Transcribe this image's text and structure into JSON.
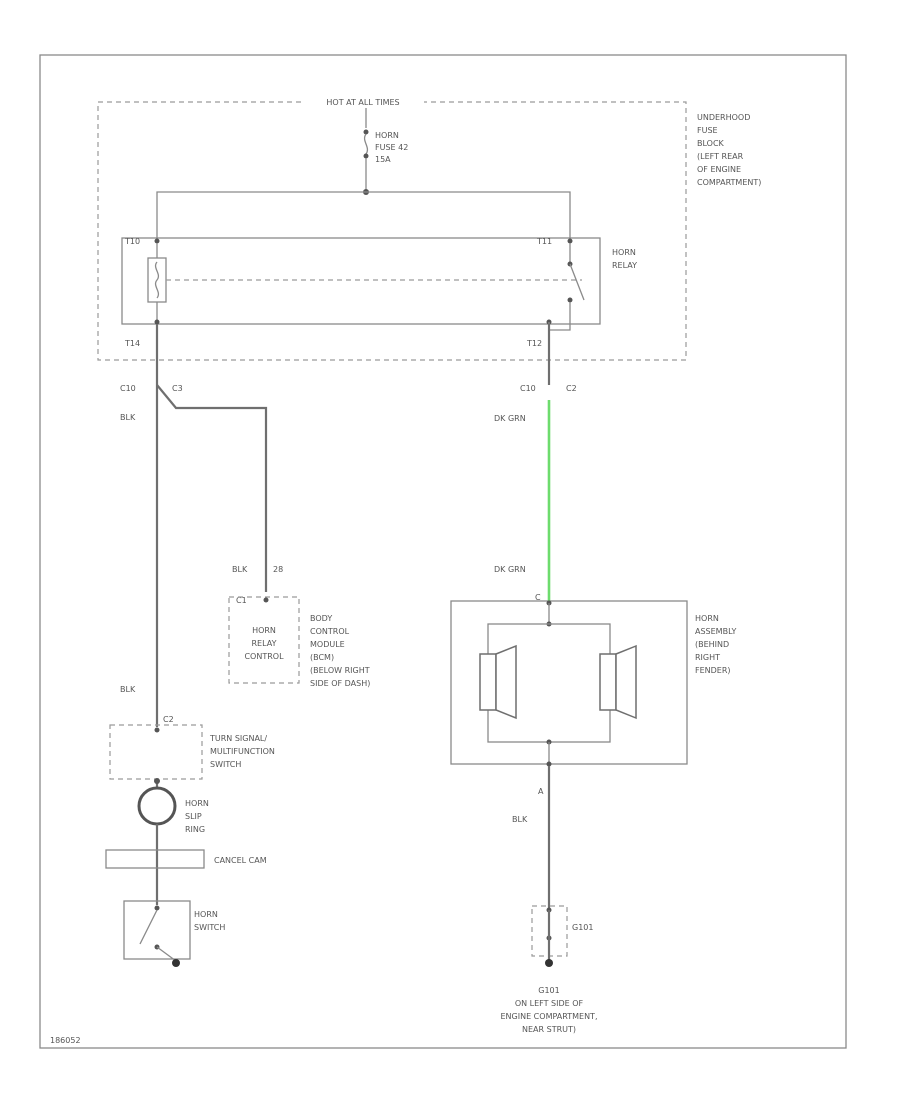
{
  "colors": {
    "wire": "#6f6f6f",
    "green_wire": "#6ddc6d",
    "frame": "#8a8a8a",
    "text": "#555555"
  },
  "labels": {
    "hot_at_all_times": "HOT AT ALL TIMES",
    "fuse_block_l1": "UNDERHOOD",
    "fuse_block_l2": "FUSE",
    "fuse_block_l3": "BLOCK",
    "fuse_block_l4": "(LEFT REAR",
    "fuse_block_l5": "OF ENGINE",
    "fuse_block_l6": "COMPARTMENT)",
    "fuse_l1": "HORN",
    "fuse_l2": "FUSE 42",
    "fuse_l3": "15A",
    "relay_l1": "HORN",
    "relay_l2": "RELAY",
    "pin_left_top": "T10",
    "pin_right_top": "T11",
    "pin_left_bottom": "T14",
    "pin_right_bottom": "T12",
    "conn_left": "C10",
    "conn_left_b": "C3",
    "conn_right": "C10",
    "conn_right_b": "C2",
    "wire_blk_1": "BLK",
    "wire_dkgrn_1": "DK GRN",
    "wire_blk_bcm": "BLK",
    "pin_bcm": "28",
    "bcm_conn": "C1",
    "bcm_box_l1": "HORN",
    "bcm_box_l2": "RELAY",
    "bcm_box_l3": "CONTROL",
    "bcm_l1": "BODY",
    "bcm_l2": "CONTROL",
    "bcm_l3": "MODULE",
    "bcm_l4": "(BCM)",
    "bcm_l5": "(BELOW RIGHT",
    "bcm_l6": "SIDE OF DASH)",
    "wire_dkgrn_2": "DK GRN",
    "horn_conn": "C",
    "horn_l1": "HORN",
    "horn_l2": "ASSEMBLY",
    "horn_l3": "(BEHIND",
    "horn_l4": "RIGHT",
    "horn_l5": "FENDER)",
    "wire_blk_2": "BLK",
    "turn_conn": "C2",
    "turn_l1": "TURN SIGNAL/",
    "turn_l2": "MULTIFUNCTION",
    "turn_l3": "SWITCH",
    "slip_l1": "HORN",
    "slip_l2": "SLIP",
    "slip_l3": "RING",
    "cancel_cam": "CANCEL CAM",
    "switch_l1": "HORN",
    "switch_l2": "SWITCH",
    "horn_pin_a": "A",
    "wire_blk_3": "BLK",
    "g_conn": "G101",
    "ground_l1": "G101",
    "ground_l2": "ON LEFT SIDE OF",
    "ground_l3": "ENGINE COMPARTMENT,",
    "ground_l4": "NEAR STRUT)",
    "figure_id": "186052"
  }
}
